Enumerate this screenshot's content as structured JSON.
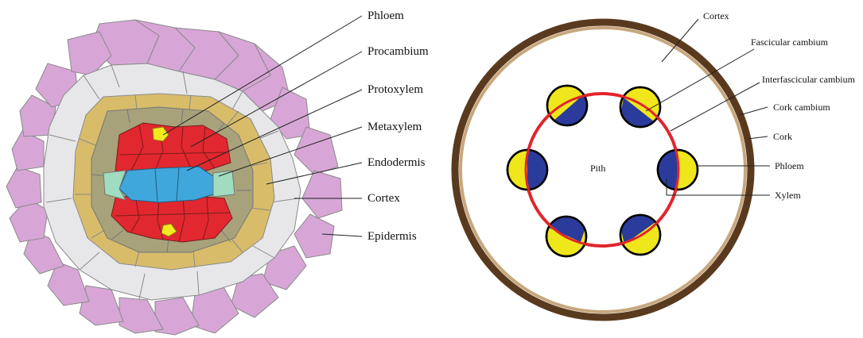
{
  "left_diagram": {
    "labels": {
      "phloem": "Phloem",
      "procambium": "Procambium",
      "protoxylem": "Protoxylem",
      "metaxylem": "Metaxylem",
      "endodermis": "Endodermis",
      "cortex": "Cortex",
      "epidermis": "Epidermis"
    },
    "colors": {
      "epidermis": "#d7a6d6",
      "cortex": "#e7e7e9",
      "endodermis": "#d8bc6a",
      "procambium": "#a7a27a",
      "phloem": "#e1272f",
      "protoxylem": "#f2ea1f",
      "metaxylem": "#3fa7dc",
      "pericycle_green": "#9fdcc0",
      "cell_outline": "#777777"
    }
  },
  "right_diagram": {
    "labels": {
      "cortex": "Cortex",
      "fascicular_cambium": "Fascicular cambium",
      "interfascicular_cambium": "Interfascicular cambium",
      "cork_cambium": "Cork cambium",
      "cork": "Cork",
      "phloem": "Phloem",
      "xylem": "Xylem",
      "pith": "Pith"
    },
    "colors": {
      "cork": "#5a3a1e",
      "cork_cambium": "#c8a77e",
      "cambium_ring": "#e0262c",
      "xylem": "#2b3b9c",
      "phloem": "#f0e61c",
      "bundle_outline": "#000000"
    }
  }
}
